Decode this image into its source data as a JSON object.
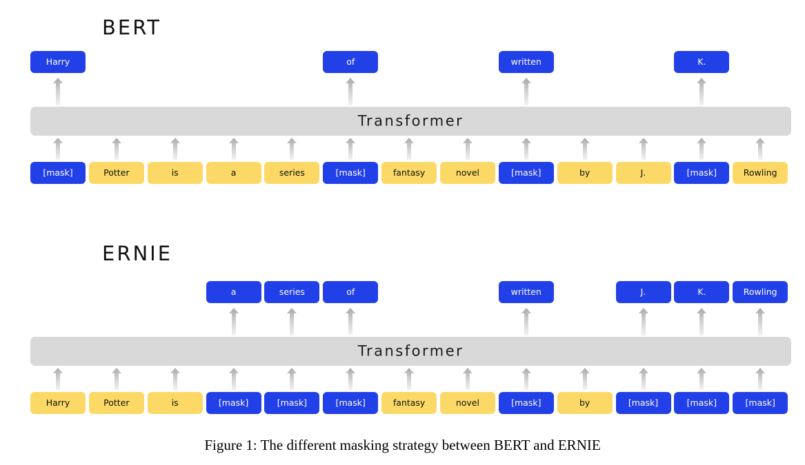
{
  "figure": {
    "caption": "Figure 1: The different masking strategy between BERT and ERNIE",
    "colors": {
      "mask_blue": "#2240E8",
      "token_yellow": "#FCD966",
      "transformer_gray": "#D9D9D9",
      "arrow_gray": "#BDBDBD",
      "background": "#FFFFFF",
      "text_dark": "#101010",
      "text_light": "#FFFFFF"
    }
  },
  "sections": [
    {
      "id": "bert",
      "title": "BERT",
      "transformer_label": "Transformer",
      "outputs": [
        {
          "slot": 1,
          "text": "Harry",
          "style": "blue"
        },
        {
          "slot": 6,
          "text": "of",
          "style": "blue"
        },
        {
          "slot": 9,
          "text": "written",
          "style": "blue"
        },
        {
          "slot": 12,
          "text": "K.",
          "style": "blue"
        }
      ],
      "inputs": [
        {
          "slot": 1,
          "text": "[mask]",
          "style": "blue"
        },
        {
          "slot": 2,
          "text": "Potter",
          "style": "yellow"
        },
        {
          "slot": 3,
          "text": "is",
          "style": "yellow"
        },
        {
          "slot": 4,
          "text": "a",
          "style": "yellow"
        },
        {
          "slot": 5,
          "text": "series",
          "style": "yellow"
        },
        {
          "slot": 6,
          "text": "[mask]",
          "style": "blue"
        },
        {
          "slot": 7,
          "text": "fantasy",
          "style": "yellow"
        },
        {
          "slot": 8,
          "text": "novel",
          "style": "yellow"
        },
        {
          "slot": 9,
          "text": "[mask]",
          "style": "blue"
        },
        {
          "slot": 10,
          "text": "by",
          "style": "yellow"
        },
        {
          "slot": 11,
          "text": "J.",
          "style": "yellow"
        },
        {
          "slot": 12,
          "text": "[mask]",
          "style": "blue"
        },
        {
          "slot": 13,
          "text": "Rowling",
          "style": "yellow"
        }
      ]
    },
    {
      "id": "ernie",
      "title": "ERNIE",
      "transformer_label": "Transformer",
      "outputs": [
        {
          "slot": 4,
          "text": "a",
          "style": "blue"
        },
        {
          "slot": 5,
          "text": "series",
          "style": "blue"
        },
        {
          "slot": 6,
          "text": "of",
          "style": "blue"
        },
        {
          "slot": 9,
          "text": "written",
          "style": "blue"
        },
        {
          "slot": 11,
          "text": "J.",
          "style": "blue"
        },
        {
          "slot": 12,
          "text": "K.",
          "style": "blue"
        },
        {
          "slot": 13,
          "text": "Rowling",
          "style": "blue"
        }
      ],
      "inputs": [
        {
          "slot": 1,
          "text": "Harry",
          "style": "yellow"
        },
        {
          "slot": 2,
          "text": "Potter",
          "style": "yellow"
        },
        {
          "slot": 3,
          "text": "is",
          "style": "yellow"
        },
        {
          "slot": 4,
          "text": "[mask]",
          "style": "blue"
        },
        {
          "slot": 5,
          "text": "[mask]",
          "style": "blue"
        },
        {
          "slot": 6,
          "text": "[mask]",
          "style": "blue"
        },
        {
          "slot": 7,
          "text": "fantasy",
          "style": "yellow"
        },
        {
          "slot": 8,
          "text": "novel",
          "style": "yellow"
        },
        {
          "slot": 9,
          "text": "[mask]",
          "style": "blue"
        },
        {
          "slot": 10,
          "text": "by",
          "style": "yellow"
        },
        {
          "slot": 11,
          "text": "[mask]",
          "style": "blue"
        },
        {
          "slot": 12,
          "text": "[mask]",
          "style": "blue"
        },
        {
          "slot": 13,
          "text": "[mask]",
          "style": "blue"
        }
      ]
    }
  ]
}
